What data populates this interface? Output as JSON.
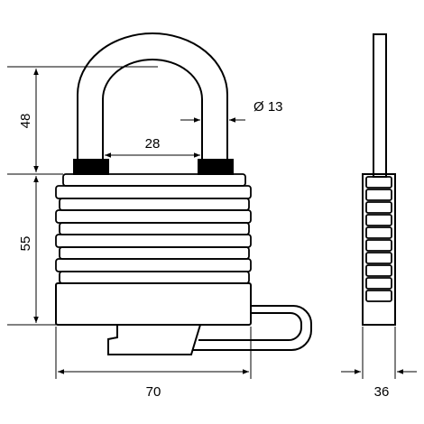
{
  "dimensions": {
    "shackle_height": "48",
    "body_height": "55",
    "shackle_inner_width": "28",
    "shackle_diameter": "Ø 13",
    "body_width": "70",
    "body_thickness": "36"
  },
  "colors": {
    "stroke": "#000000",
    "background": "#ffffff"
  }
}
